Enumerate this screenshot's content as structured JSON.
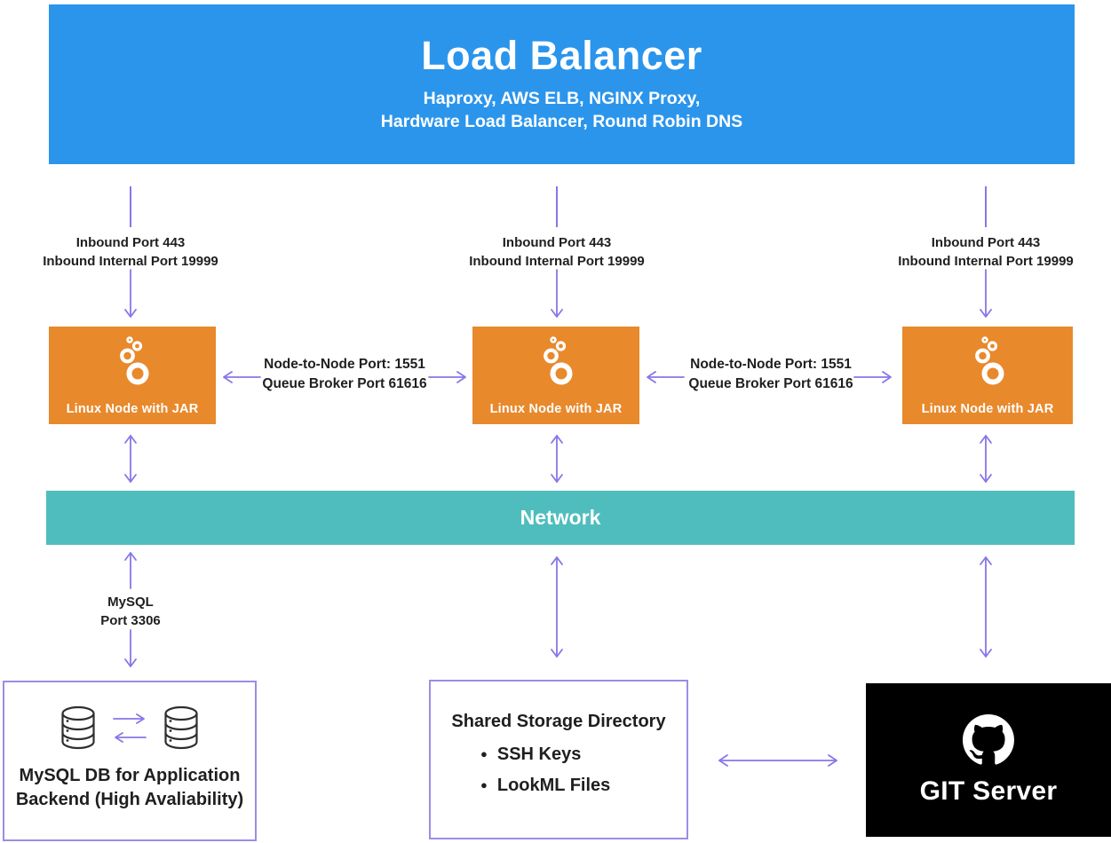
{
  "colors": {
    "blue": "#2B95EC",
    "orange": "#E8892C",
    "teal": "#4FBDBD",
    "purple": "#8677E8",
    "border_purple": "#9A8EE4",
    "text_dark": "#1F1F1F",
    "black": "#000000"
  },
  "icons": {
    "node": "looker-rings-icon",
    "database": "database-cylinder-icon",
    "git": "github-octocat-icon",
    "arrows": "purple-chevron-arrows"
  },
  "load_balancer": {
    "title": "Load Balancer",
    "subtitle_line1": "Haproxy, AWS ELB, NGINX Proxy,",
    "subtitle_line2": "Hardware Load Balancer, Round Robin DNS"
  },
  "inbound_links": [
    {
      "line1": "Inbound Port 443",
      "line2": "Inbound Internal Port 19999"
    },
    {
      "line1": "Inbound Port 443",
      "line2": "Inbound Internal Port 19999"
    },
    {
      "line1": "Inbound Port 443",
      "line2": "Inbound Internal Port 19999"
    }
  ],
  "nodes": [
    {
      "label": "Linux Node with JAR"
    },
    {
      "label": "Linux Node with JAR"
    },
    {
      "label": "Linux Node with JAR"
    }
  ],
  "node_links": [
    {
      "line1": "Node-to-Node Port: 1551",
      "line2": "Queue Broker Port 61616"
    },
    {
      "line1": "Node-to-Node Port: 1551",
      "line2": "Queue Broker Port 61616"
    }
  ],
  "network": {
    "label": "Network"
  },
  "mysql_link": {
    "line1": "MySQL",
    "line2": "Port 3306"
  },
  "mysql_db": {
    "line1": "MySQL DB for Application",
    "line2": "Backend (High Avaliability)"
  },
  "shared_storage": {
    "title": "Shared Storage Directory",
    "items": [
      "SSH Keys",
      "LookML Files"
    ]
  },
  "git_server": {
    "label": "GIT Server"
  }
}
